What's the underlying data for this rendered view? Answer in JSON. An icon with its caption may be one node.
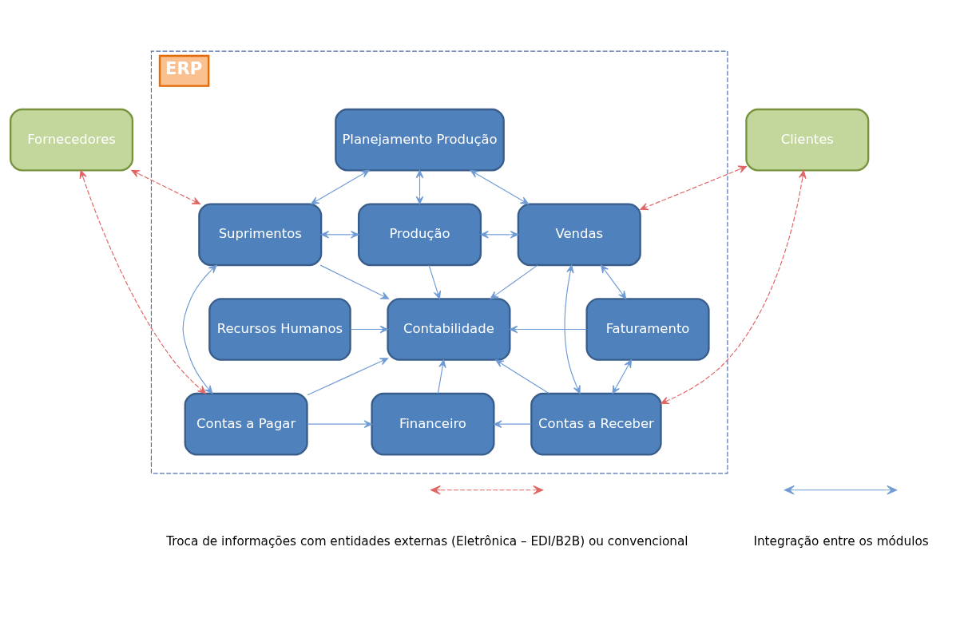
{
  "diagram": {
    "nodes": [
      {
        "text": [
          "ERP"
        ]
      },
      {
        "text": [
          "Planejamento Produção"
        ],
        "in": 0
      },
      {
        "text": [
          "Suprimentos"
        ],
        "in": 0
      },
      {
        "text": [
          "Produção"
        ],
        "in": 0
      },
      {
        "text": [
          "Vendas"
        ],
        "in": 0
      },
      {
        "text": [
          "Recursos Humanos"
        ],
        "in": 0
      },
      {
        "text": [
          "Contabilidade"
        ],
        "in": 0
      },
      {
        "text": [
          "Faturamento"
        ],
        "in": 0
      },
      {
        "text": [
          "Contas a Pagar"
        ],
        "in": 0
      },
      {
        "text": [
          "Financeiro"
        ],
        "in": 0
      },
      {
        "text": [
          "Contas a Receber"
        ],
        "in": 0
      },
      {
        "text": [
          "Fornecedores"
        ]
      },
      {
        "text": [
          "Clientes"
        ]
      }
    ],
    "edges": [
      {
        "from": 1,
        "to": 2,
        "arrow": "both"
      },
      {
        "from": 1,
        "to": 3,
        "arrow": "both"
      },
      {
        "from": 1,
        "to": 4,
        "arrow": "both"
      },
      {
        "from": 2,
        "to": 3,
        "arrow": "both"
      },
      {
        "from": 3,
        "to": 4,
        "arrow": "both"
      },
      {
        "from": 2,
        "to": 6,
        "arrow": "to"
      },
      {
        "from": 3,
        "to": 6,
        "arrow": "to"
      },
      {
        "from": 4,
        "to": 6,
        "arrow": "to"
      },
      {
        "from": 5,
        "to": 6,
        "arrow": "to"
      },
      {
        "from": 7,
        "to": 6,
        "arrow": "to"
      },
      {
        "from": 4,
        "to": 7,
        "arrow": "both"
      },
      {
        "from": 4,
        "to": 10,
        "arrow": "both"
      },
      {
        "from": 2,
        "to": 8,
        "arrow": "both"
      },
      {
        "from": 8,
        "to": 6,
        "arrow": "to"
      },
      {
        "from": 9,
        "to": 6,
        "arrow": "to"
      },
      {
        "from": 10,
        "to": 6,
        "arrow": "to"
      },
      {
        "from": 7,
        "to": 10,
        "arrow": "both"
      },
      {
        "from": 8,
        "to": 9,
        "arrow": "to"
      },
      {
        "from": 10,
        "to": 9,
        "arrow": "to"
      },
      {
        "from": 11,
        "to": 2,
        "arrow": "both",
        "style": "dashed",
        "color": "#e06666"
      },
      {
        "from": 11,
        "to": 8,
        "arrow": "both",
        "style": "dashed",
        "color": "#e06666"
      },
      {
        "from": 12,
        "to": 4,
        "arrow": "both",
        "style": "dashed",
        "color": "#e06666"
      },
      {
        "from": 12,
        "to": 10,
        "arrow": "both",
        "style": "dashed",
        "color": "#e06666"
      }
    ],
    "legend": [
      {
        "text": "Troca de informações com entidades externas (Eletrônica – EDI/B2B) ou convencional"
      },
      {
        "text": "Integração entre os módulos"
      }
    ]
  }
}
